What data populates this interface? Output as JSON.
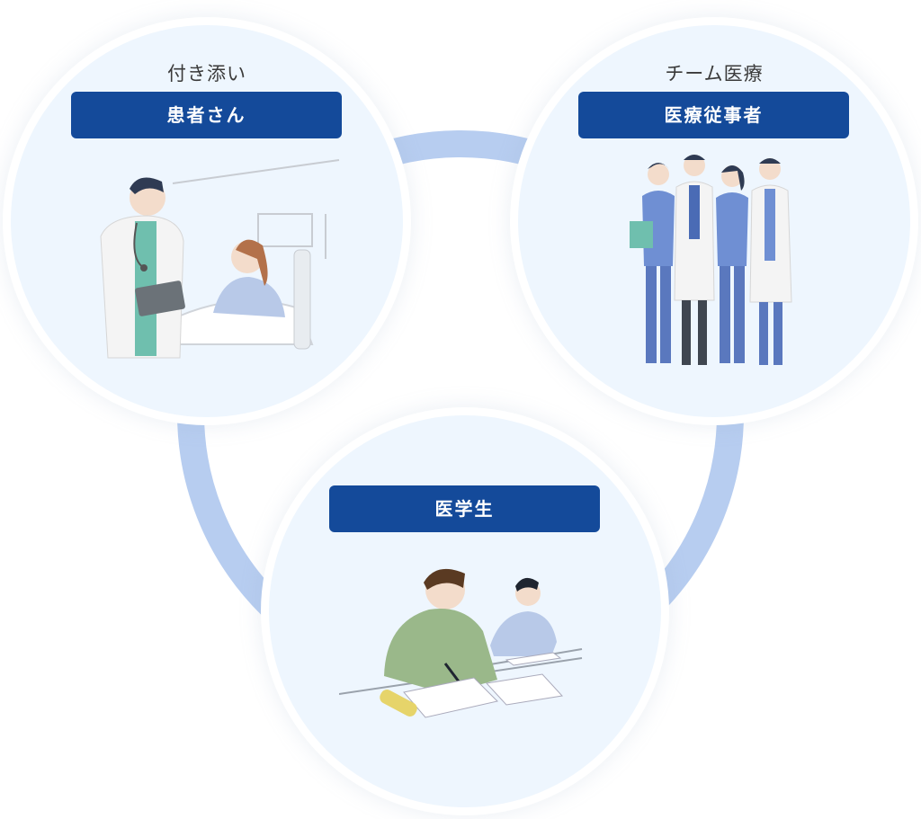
{
  "nodes": [
    {
      "id": "patient",
      "subtitle": "付き添い",
      "label": "患者さん"
    },
    {
      "id": "staff",
      "subtitle": "チーム医療",
      "label": "医療従事者"
    },
    {
      "id": "student",
      "subtitle": "",
      "label": "医学生"
    }
  ],
  "colors": {
    "badge": "#144a9a",
    "ring": "#b7cdf0",
    "circle_fill": "#eef6fe",
    "scrub": "#6f8fd3",
    "coat": "#f4f4f4",
    "hoodie": "#9ab88a"
  }
}
